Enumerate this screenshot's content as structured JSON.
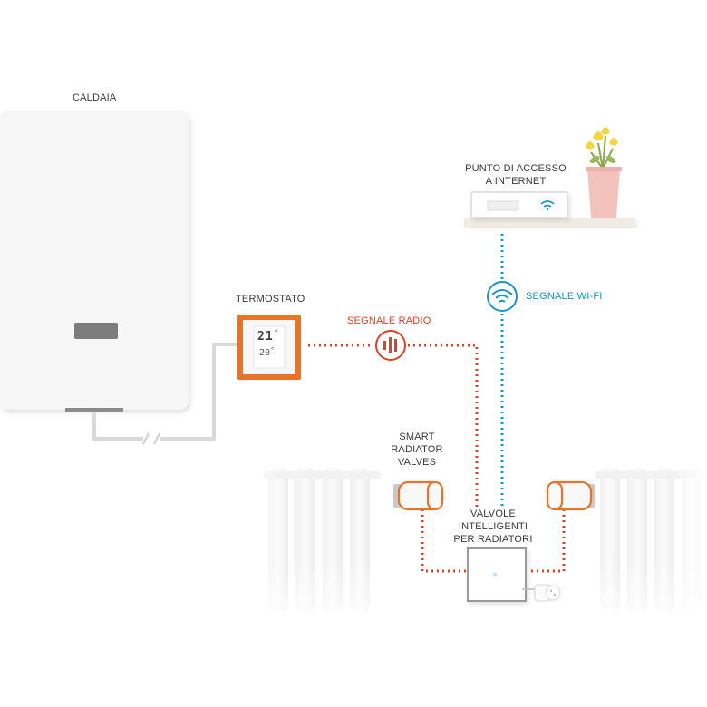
{
  "labels": {
    "boiler": "CALDAIA",
    "thermostat": "TERMOSTATO",
    "radio_signal": "SEGNALE RADIO",
    "access_point_line1": "PUNTO DI ACCESSO",
    "access_point_line2": "A INTERNET",
    "wifi_signal": "SEGNALE WI-FI",
    "smart_valves_line1": "SMART",
    "smart_valves_line2": "RADIATOR",
    "smart_valves_line3": "VALVES",
    "italian_valves_line1": "VALVOLE",
    "italian_valves_line2": "INTELLIGENTI",
    "italian_valves_line3": "PER RADIATORI"
  },
  "thermostat_display": {
    "temperature": "21",
    "setpoint": "20"
  },
  "colors": {
    "radio": "#d8432a",
    "wifi": "#1a93c6",
    "thermostat_frame": "#e8742a",
    "wire": "#d9d9d9",
    "boiler_body": "#f3f3f3"
  },
  "icons": [
    "radio-signal-icon",
    "wifi-icon",
    "wifi-router-icon",
    "plug-icon",
    "flower-pot-icon"
  ]
}
